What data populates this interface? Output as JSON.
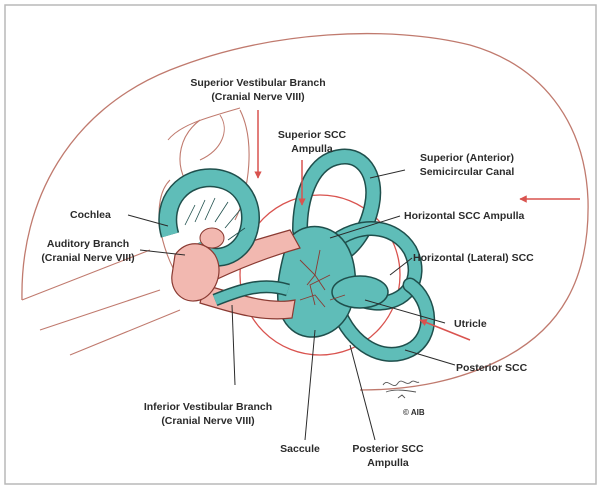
{
  "labels": {
    "superior_vestibular_1": "Superior Vestibular Branch",
    "superior_vestibular_2": "(Cranial Nerve VIII)",
    "superior_scc_ampulla_1": "Superior SCC",
    "superior_scc_ampulla_2": "Ampulla",
    "superior_canal_1": "Superior (Anterior)",
    "superior_canal_2": "Semicircular Canal",
    "cochlea": "Cochlea",
    "auditory_branch_1": "Auditory Branch",
    "auditory_branch_2": "(Cranial Nerve VIII)",
    "horizontal_ampulla": "Horizontal SCC Ampulla",
    "horizontal_canal": "Horizontal (Lateral) SCC",
    "utricle": "Utricle",
    "posterior_scc": "Posterior SCC",
    "inferior_vestibular_1": "Inferior  Vestibular Branch",
    "inferior_vestibular_2": "(Cranial Nerve VIII)",
    "saccule": "Saccule",
    "posterior_ampulla_1": "Posterior SCC",
    "posterior_ampulla_2": "Ampulla",
    "credit": "© AIB"
  },
  "colors": {
    "labyrinth_fill": "#5fbdb8",
    "labyrinth_stroke": "#1f4f4c",
    "nerve_fill": "#f2b8b0",
    "outline": "#c07a6e",
    "arrow": "#d9534f",
    "border": "#b9b9b9"
  }
}
